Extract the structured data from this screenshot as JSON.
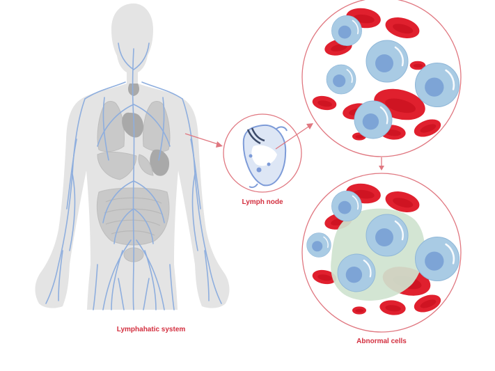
{
  "labels": {
    "lymphatic_system": "Lymphahatic system",
    "lymph_node": "Lymph node",
    "abnormal_cells": "Abnormal cells"
  },
  "colors": {
    "accent": "#d32f3f",
    "body_silhouette": "#e4e4e4",
    "organs": "#c6c6c6",
    "lymph_vessels": "#8eaede",
    "red_cell": "#e0202e",
    "red_cell_center": "#f34b55",
    "lymphocyte": "#a9cbe4",
    "lymphocyte_nucleus": "#7da4d6",
    "abnormal_mass": "#cfe3cf",
    "circle_outline": "#e07780"
  },
  "icons": [
    "human-body-silhouette",
    "lymph-node-illustration",
    "red-blood-cell",
    "lymphocyte",
    "abnormal-cell-mass"
  ]
}
